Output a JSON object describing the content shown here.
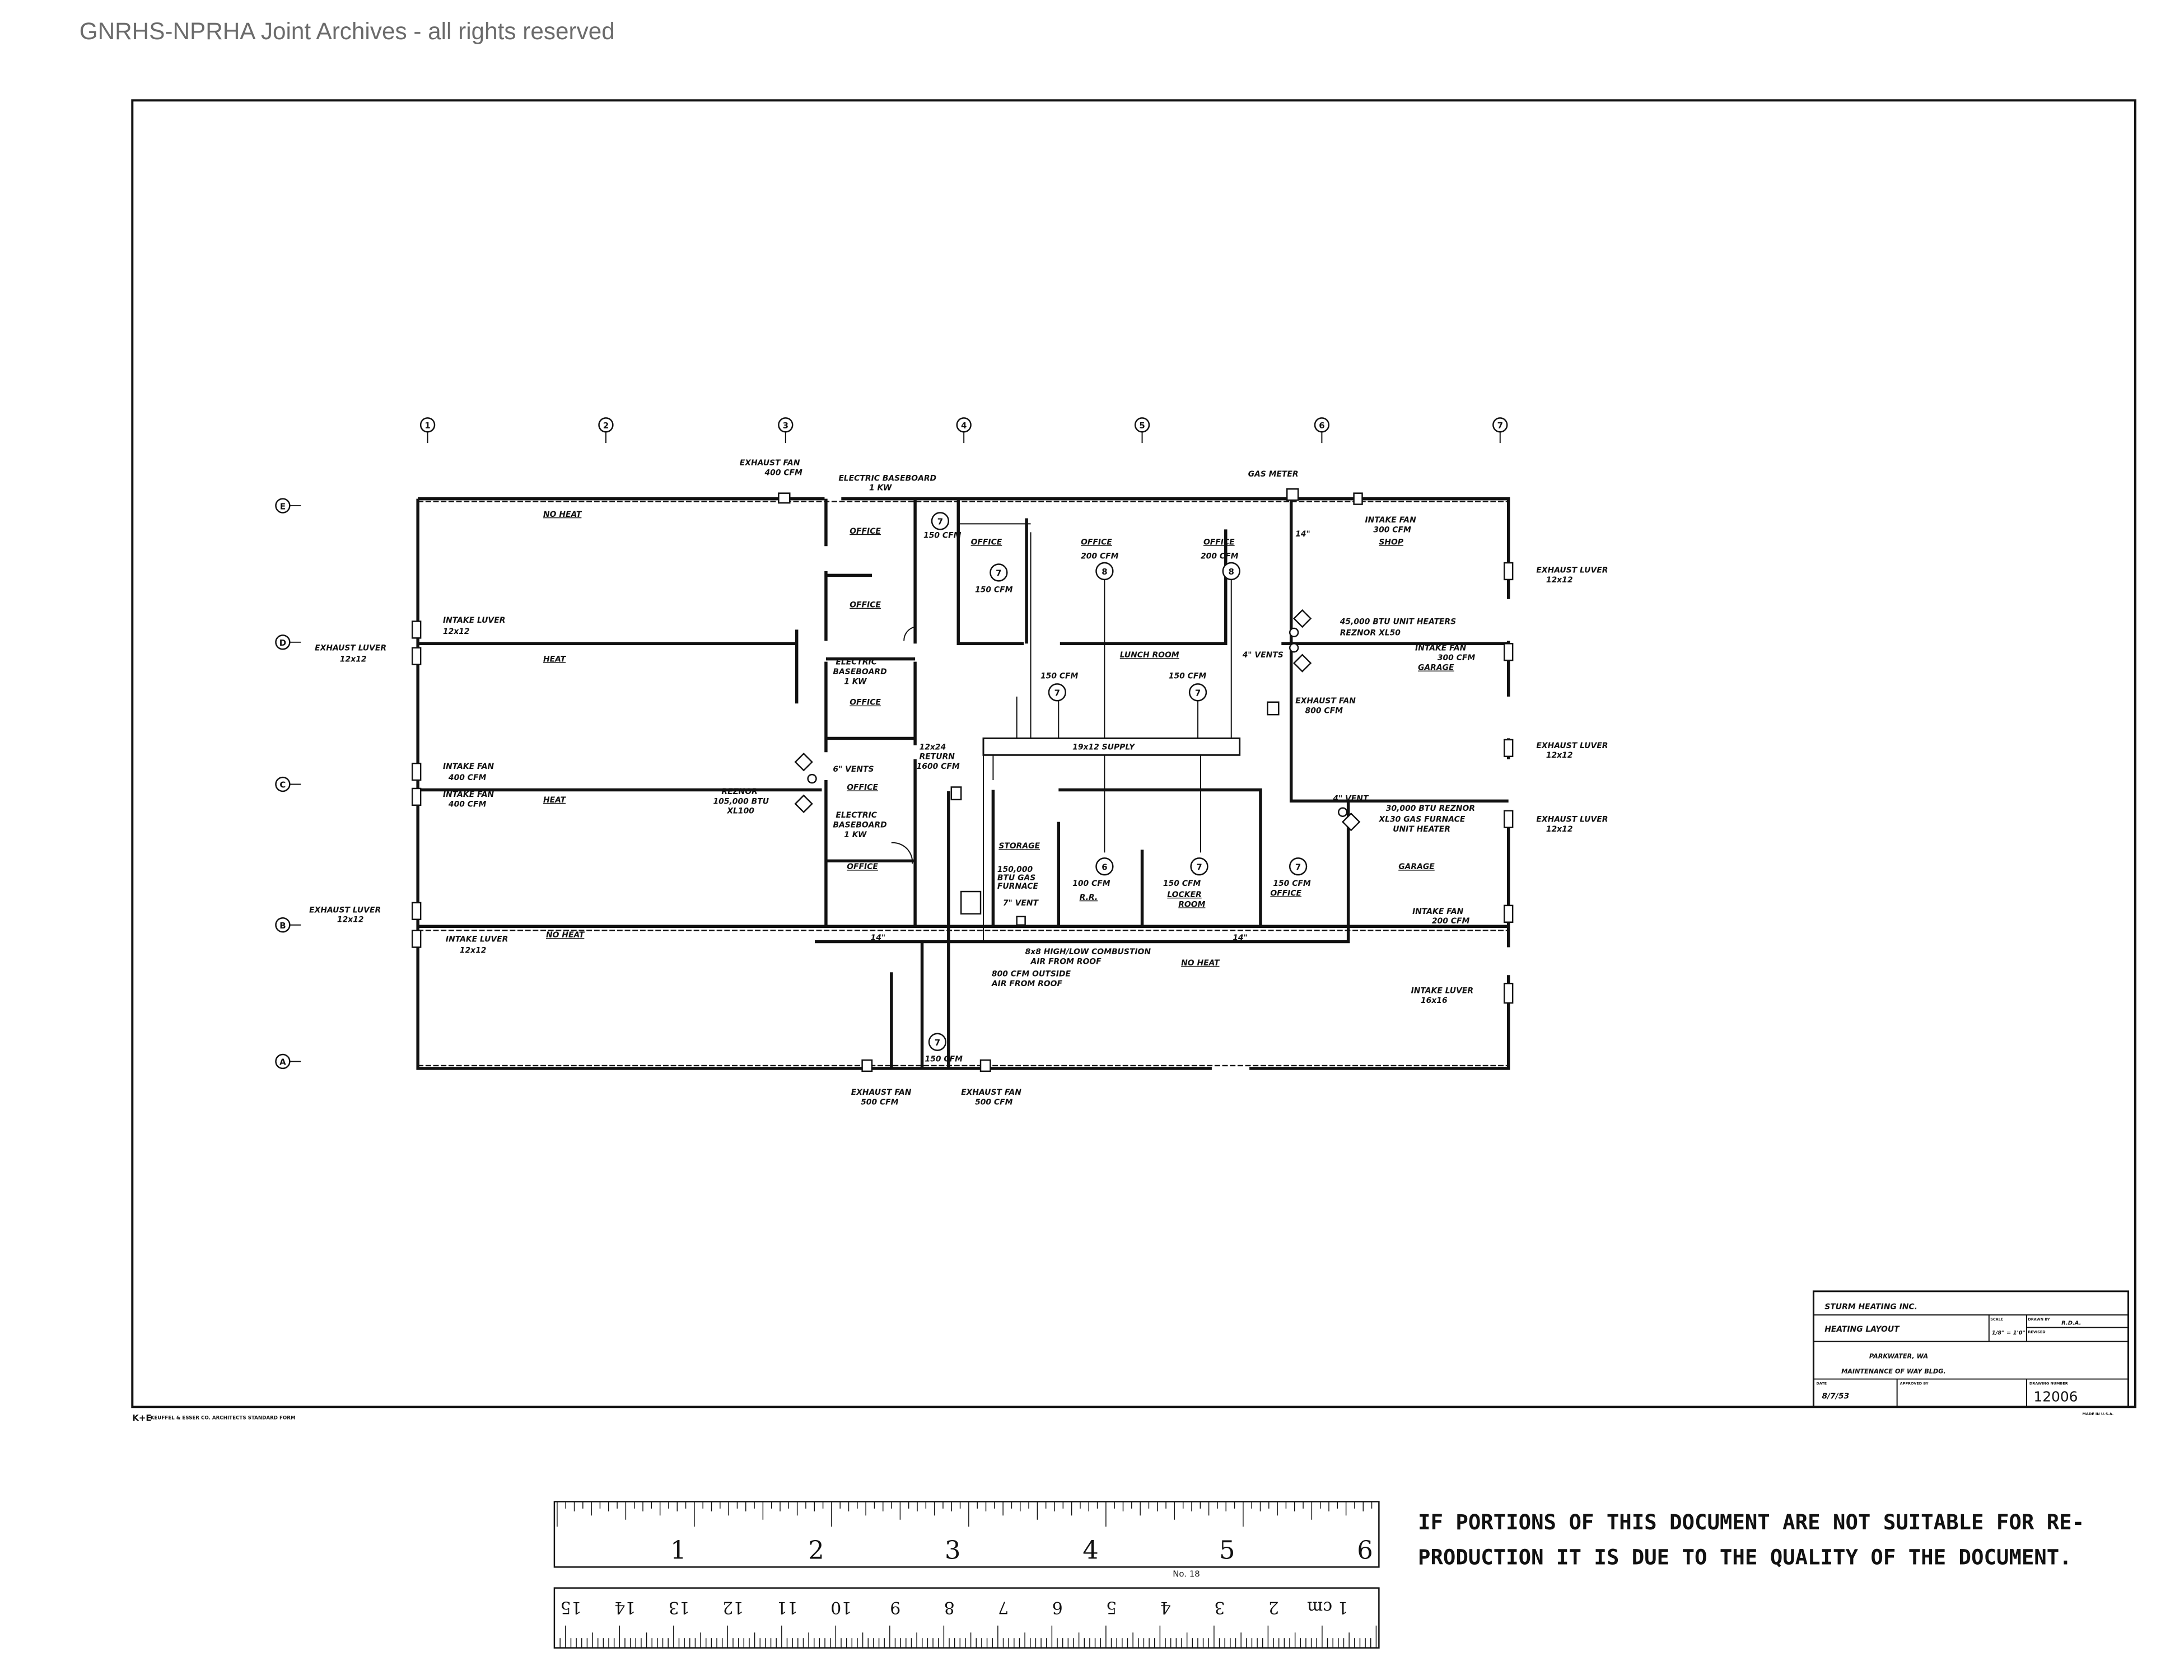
{
  "watermark": "GNRHS-NPRHA Joint Archives - all rights reserved",
  "grid": {
    "columns": [
      "1",
      "2",
      "3",
      "4",
      "5",
      "6",
      "7"
    ],
    "rows": [
      "E",
      "D",
      "C",
      "B",
      "A"
    ]
  },
  "rooms": {
    "no_heat_top": "NO HEAT",
    "heat_1": "HEAT",
    "heat_2": "HEAT",
    "no_heat_mid": "NO HEAT",
    "no_heat_bottom": "NO HEAT",
    "office_1": "OFFICE",
    "office_2": "OFFICE",
    "office_3": "OFFICE",
    "office_4": "OFFICE",
    "office_5": "OFFICE",
    "office_6": "OFFICE",
    "office_7": "OFFICE",
    "office_8": "OFFICE",
    "office_9": "OFFICE",
    "lunch_room": "LUNCH ROOM",
    "shop": "SHOP",
    "garage_1": "GARAGE",
    "garage_2": "GARAGE",
    "storage": "STORAGE",
    "rr": "R.R.",
    "locker_room_1": "LOCKER",
    "locker_room_2": "ROOM"
  },
  "annotations": {
    "exhaust_fan_400": [
      "EXHAUST FAN",
      "400 CFM"
    ],
    "electric_baseboard_top": [
      "ELECTRIC BASEBOARD",
      "1 KW"
    ],
    "gas_meter": "GAS METER",
    "intake_fan_300_shop": [
      "INTAKE FAN",
      "300 CFM"
    ],
    "exhaust_louver_r1": [
      "EXHAUST LUVER",
      "12x12"
    ],
    "intake_louver_l1": [
      "INTAKE LUVER",
      "12x12"
    ],
    "exhaust_louver_l1": [
      "EXHAUST LUVER",
      "12x12"
    ],
    "unit_heaters_45000": [
      "45,000 BTU UNIT HEATERS",
      "REZNOR XL50"
    ],
    "intake_fan_300_garage": [
      "INTAKE FAN",
      "300 CFM"
    ],
    "vents_4": "4\" VENTS",
    "electric_baseboard_mid": [
      "ELECTRIC",
      "BASEBOARD",
      "1 KW"
    ],
    "exhaust_fan_800": [
      "EXHAUST FAN",
      "800 CFM"
    ],
    "exhaust_louver_r2": [
      "EXHAUST LUVER",
      "12x12"
    ],
    "supply_duct": "19x12 SUPPLY",
    "return_duct": [
      "12x24",
      "RETURN",
      "1600 CFM"
    ],
    "vents_6": "6\" VENTS",
    "intake_fan_400_a": [
      "INTAKE FAN",
      "400 CFM"
    ],
    "intake_fan_400_b": [
      "INTAKE FAN",
      "400 CFM"
    ],
    "reznor_105000": [
      "REZNOR",
      "105,000 BTU",
      "XL100"
    ],
    "electric_baseboard_low": [
      "ELECTRIC",
      "BASEBOARD",
      "1 KW"
    ],
    "vent_4": "4\" VENT",
    "reznor_30000": [
      "30,000 BTU REZNOR",
      "XL30 GAS FURNACE",
      "UNIT HEATER"
    ],
    "exhaust_louver_r3": [
      "EXHAUST LUVER",
      "12x12"
    ],
    "gas_furnace": [
      "150,000",
      "BTU GAS",
      "FURNACE"
    ],
    "vent_7": "7\" VENT",
    "exhaust_louver_l2": [
      "EXHAUST LUVER",
      "12x12"
    ],
    "intake_louver_l2": [
      "INTAKE LUVER",
      "12x12"
    ],
    "intake_fan_200": [
      "INTAKE FAN",
      "200 CFM"
    ],
    "combustion_air": [
      "8x8 HIGH/LOW COMBUSTION",
      "AIR FROM ROOF"
    ],
    "outside_air": [
      "800 CFM OUTSIDE",
      "AIR FROM ROOF"
    ],
    "intake_louver_16": [
      "INTAKE LUVER",
      "16x16"
    ],
    "exhaust_fan_500_a": [
      "EXHAUST FAN",
      "500 CFM"
    ],
    "exhaust_fan_500_b": [
      "EXHAUST FAN",
      "500 CFM"
    ],
    "duct_14_a": "14\"",
    "duct_14_b": "14\"",
    "duct_14_c": "14\""
  },
  "diffusers": [
    {
      "size": "7",
      "cfm": "150 CFM"
    },
    {
      "size": "7",
      "cfm": "150 CFM"
    },
    {
      "size": "8",
      "cfm": "200 CFM"
    },
    {
      "size": "8",
      "cfm": "200 CFM"
    },
    {
      "size": "7",
      "cfm": "150 CFM"
    },
    {
      "size": "7",
      "cfm": "150 CFM"
    },
    {
      "size": "6",
      "cfm": "100 CFM"
    },
    {
      "size": "7",
      "cfm": "150 CFM"
    },
    {
      "size": "7",
      "cfm": "150 CFM"
    },
    {
      "size": "7",
      "cfm": "150 CFM"
    }
  ],
  "title_block": {
    "company": "STURM HEATING INC.",
    "drawing_title": "HEATING LAYOUT",
    "scale_label": "SCALE",
    "scale": "1/8\" = 1'0\"",
    "drawn_by_label": "DRAWN BY",
    "drawn_by": "R.D.A.",
    "revised_label": "REVISED",
    "project_line1": "PARKWATER, WA",
    "project_line2": "MAINTENANCE OF WAY BLDG.",
    "date_label": "DATE",
    "date": "8/7/53",
    "approved_label": "APPROVED BY",
    "drawing_number_label": "DRAWING NUMBER",
    "drawing_number": "12006"
  },
  "paper_marks": {
    "maker": "K+E",
    "form": "KEUFFEL & ESSER CO. ARCHITECTS STANDARD FORM",
    "made_in": "MADE IN U.S.A."
  },
  "ruler": {
    "inches": [
      "1",
      "2",
      "3",
      "4",
      "5",
      "6"
    ],
    "model": "No. 18",
    "centimeters": [
      "1 cm",
      "2",
      "3",
      "4",
      "5",
      "6",
      "7",
      "8",
      "9",
      "10",
      "11",
      "12",
      "13",
      "14",
      "15"
    ]
  },
  "notice": {
    "line1": "IF PORTIONS OF THIS DOCUMENT ARE NOT SUITABLE FOR RE-",
    "line2": "PRODUCTION IT IS DUE TO THE QUALITY OF THE DOCUMENT."
  }
}
